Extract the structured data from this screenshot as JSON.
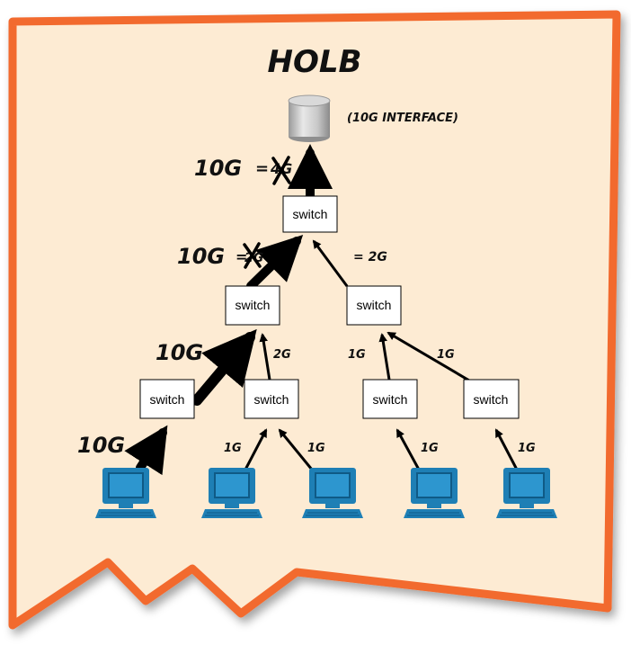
{
  "title": "HOLB",
  "storage": {
    "interface_label": "(10G INTERFACE)"
  },
  "switch_label": "switch",
  "links": {
    "storage_uplink": {
      "label": "10G",
      "eq": "=",
      "struck": "4G"
    },
    "left_uplink": {
      "label": "10G",
      "eq": "=",
      "struck": "2G"
    },
    "right_uplink": {
      "label": "= 2G"
    },
    "mid_left_left": {
      "label": "10G"
    },
    "mid_left_right": {
      "label": "2G"
    },
    "mid_right_left": {
      "label": "1G"
    },
    "mid_right_right": {
      "label": "1G"
    },
    "host1": {
      "label": "10G"
    },
    "host2": {
      "label": "1G"
    },
    "host3": {
      "label": "1G"
    },
    "host4": {
      "label": "1G"
    },
    "host5": {
      "label": "1G"
    }
  },
  "colors": {
    "paper": "#fdebd3",
    "border": "#f26a2e",
    "computer_blue": "#1e7fb5",
    "arrow": "#000000"
  }
}
